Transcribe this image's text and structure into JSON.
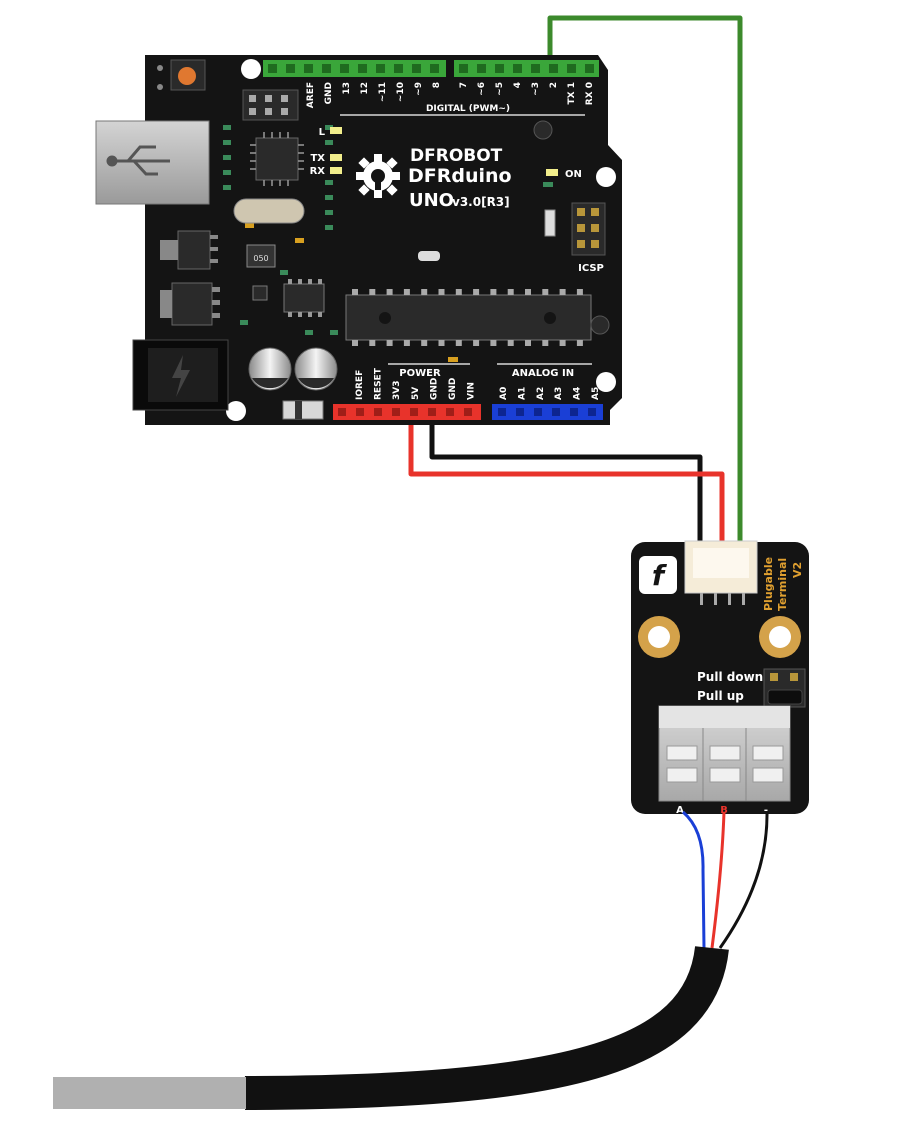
{
  "board": {
    "brand": "DFROBOT",
    "model": "DFRduino",
    "uno": "UNO",
    "version": "v3.0[R3]",
    "on_label": "ON",
    "icsp_label": "ICSP",
    "digital_header_label": "DIGITAL (PWM~)",
    "power_label": "POWER",
    "analog_label": "ANALOG IN",
    "led_labels": [
      "L",
      "TX",
      "RX"
    ],
    "top_pins": [
      "AREF",
      "GND",
      "13",
      "12",
      "~11",
      "~10",
      "~9",
      "8",
      "7",
      "~6",
      "~5",
      "4",
      "~3",
      "2",
      "TX 1",
      "RX 0"
    ],
    "power_pins": [
      "IOREF",
      "RESET",
      "3V3",
      "5V",
      "GND",
      "GND",
      "VIN"
    ],
    "analog_pins": [
      "A0",
      "A1",
      "A2",
      "A3",
      "A4",
      "A5"
    ],
    "ic_code": "050"
  },
  "module": {
    "title_lines": [
      "Plugable",
      "Terminal",
      "V2"
    ],
    "logo_glyph": "f",
    "pull_down": "Pull down",
    "pull_up": "Pull up",
    "terminal_labels": [
      "A",
      "B",
      "-"
    ]
  },
  "colors": {
    "board_black": "#141414",
    "header_green": "#3aa63a",
    "header_red": "#e8332b",
    "header_blue": "#1a3fd6",
    "wire_green": "#3c8a2c",
    "wire_red": "#e8332b",
    "wire_black": "#111111",
    "wire_blue": "#1a3fd6",
    "silk_gold": "#e0a030"
  }
}
